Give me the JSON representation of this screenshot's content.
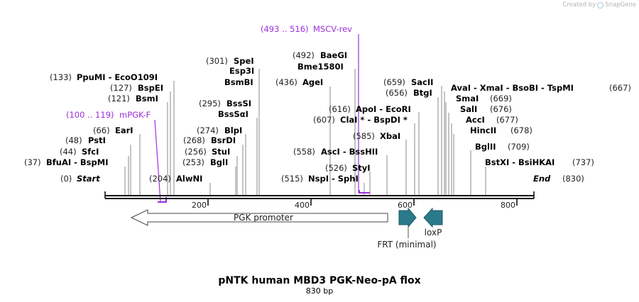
{
  "credit": {
    "prefix": "Created by",
    "brand": "SnapGene"
  },
  "title": "pNTK human MBD3 PGK-Neo-pA flox",
  "subtitle": "830 bp",
  "start_label": {
    "pos": "(0)",
    "name": "Start"
  },
  "end_label": {
    "name": "End",
    "pos": "(830)"
  },
  "ticks": [
    "200",
    "400",
    "600",
    "800"
  ],
  "colors": {
    "primer": "#9b30d9",
    "feature": "#2a7a8c",
    "promoter_fill": "#ffffff",
    "line": "#000000"
  },
  "sites": [
    {
      "pos": "(0)",
      "name": ""
    },
    {
      "pos": "(37)",
      "name": "BfuAI  - BspMI"
    },
    {
      "pos": "(44)",
      "name": "SfcI"
    },
    {
      "pos": "(48)",
      "name": "PstI"
    },
    {
      "pos": "(66)",
      "name": "EarI"
    },
    {
      "pos": "(121)",
      "name": "BsmI"
    },
    {
      "pos": "(127)",
      "name": "BspEI"
    },
    {
      "pos": "(133)",
      "name": "PpuMI  - EcoO109I"
    },
    {
      "pos": "(204)",
      "name": "AlwNI"
    },
    {
      "pos": "(253)",
      "name": "BglI"
    },
    {
      "pos": "(256)",
      "name": "StuI"
    },
    {
      "pos": "(268)",
      "name": "BsrDI"
    },
    {
      "pos": "(274)",
      "name": "BlpI"
    },
    {
      "pos": "(295)",
      "name": "BssSI"
    },
    {
      "pos": "",
      "name": "BssSαI"
    },
    {
      "pos": "",
      "name": "BsmBI"
    },
    {
      "pos": "",
      "name": "Esp3I"
    },
    {
      "pos": "(301)",
      "name": "SpeI"
    },
    {
      "pos": "(436)",
      "name": "AgeI"
    },
    {
      "pos": "",
      "name": "Bme1580I"
    },
    {
      "pos": "(492)",
      "name": "BaeGI"
    },
    {
      "pos": "(515)",
      "name": "NspI  - SphI"
    },
    {
      "pos": "(526)",
      "name": "StyI"
    },
    {
      "pos": "(558)",
      "name": "AscI  - BssHII"
    },
    {
      "pos": "(585)",
      "name": "XbaI"
    },
    {
      "pos": "(607)",
      "name": "ClaI *  - BspDI *"
    },
    {
      "pos": "(616)",
      "name": "ApoI  - EcoRI"
    },
    {
      "pos": "(656)",
      "name": "BtgI"
    },
    {
      "pos": "(659)",
      "name": "SacII"
    },
    {
      "pos": "(667)",
      "name": "AvaI  - XmaI  - BsoBI  - TspMI"
    },
    {
      "pos": "(669)",
      "name": "SmaI"
    },
    {
      "pos": "(676)",
      "name": "SalI"
    },
    {
      "pos": "(677)",
      "name": "AccI"
    },
    {
      "pos": "(678)",
      "name": "HincII"
    },
    {
      "pos": "(709)",
      "name": "BglII"
    },
    {
      "pos": "(737)",
      "name": "BstXI  - BsiHKAI"
    }
  ],
  "primers": [
    {
      "range": "(100 .. 119)",
      "name": "mPGK-F"
    },
    {
      "range": "(493 .. 516)",
      "name": "MSCV-rev"
    }
  ],
  "features": [
    {
      "name": "PGK promoter"
    },
    {
      "name": "FRT (minimal)"
    },
    {
      "name": "loxP"
    }
  ]
}
